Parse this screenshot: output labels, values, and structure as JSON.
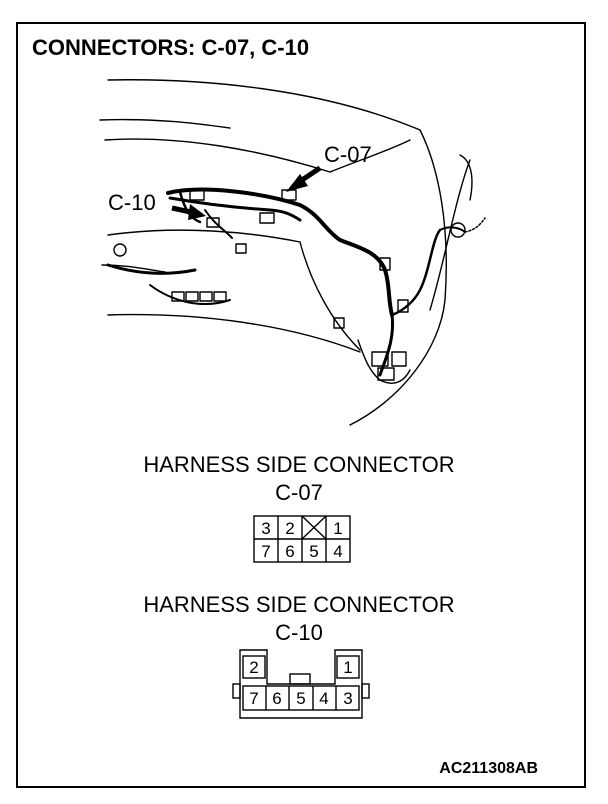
{
  "title": "CONNECTORS: C-07, C-10",
  "callouts": {
    "c07": "C-07",
    "c10": "C-10"
  },
  "connector_c07": {
    "caption": "HARNESS SIDE CONNECTOR",
    "name": "C-07",
    "top_row": [
      "3",
      "2",
      "",
      "1"
    ],
    "bottom_row": [
      "7",
      "6",
      "5",
      "4"
    ]
  },
  "connector_c10": {
    "caption": "HARNESS SIDE CONNECTOR",
    "name": "C-10",
    "top_row": [
      "2",
      "1"
    ],
    "bottom_row": [
      "7",
      "6",
      "5",
      "4",
      "3"
    ]
  },
  "figure_code": "AC211308AB"
}
